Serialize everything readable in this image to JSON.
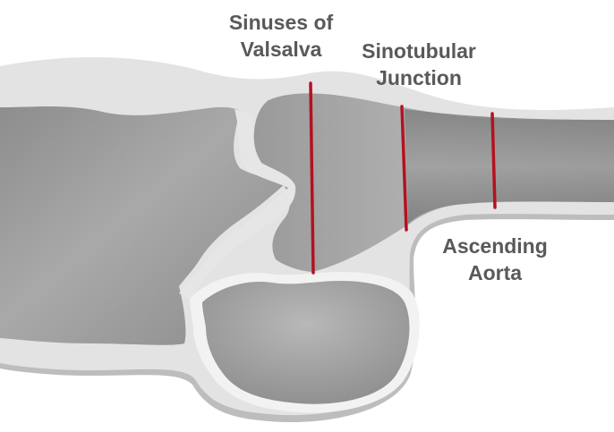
{
  "labels": {
    "sinuses_of_valsalva": {
      "line1": "Sinuses of",
      "line2": "Valsalva"
    },
    "sinotubular_junction": {
      "line1": "Sinotubular",
      "line2": "Junction"
    },
    "ascending_aorta": {
      "line1": "Ascending",
      "line2": "Aorta"
    }
  },
  "colors": {
    "wall": "#e3e3e3",
    "wall_shadow": "#b9b9b9",
    "lumen": "#9c9c9c",
    "lumen_dark": "#7c7c7c",
    "lumen_light": "#b3b3b3",
    "marker": "#b3121f",
    "label_text": "#58595b"
  }
}
